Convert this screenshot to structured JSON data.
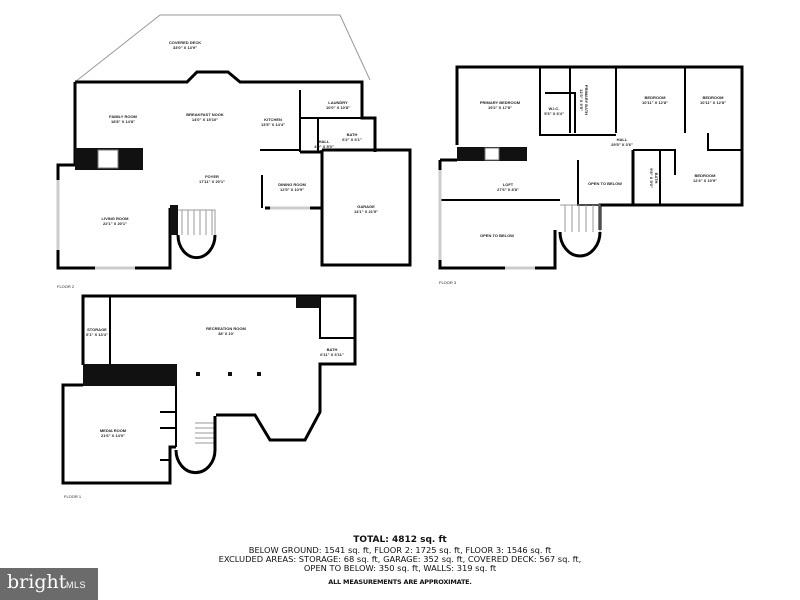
{
  "floor2": {
    "label": "FLOOR 2",
    "rooms": {
      "covered_deck": [
        "COVERED DECK",
        "33'0\" X 13'9\""
      ],
      "family_room": [
        "FAMILY ROOM",
        "18'8\" X 14'8\""
      ],
      "breakfast_nook": [
        "BREAKFAST NOOK",
        "14'0\" X 15'10\""
      ],
      "kitchen": [
        "KITCHEN",
        "13'5\" X 14'4\""
      ],
      "laundry": [
        "LAUNDRY",
        "10'0\" X 10'8\""
      ],
      "hall": [
        "HALL",
        "4'0\" X 5'0\""
      ],
      "bath": [
        "BATH",
        "6'2\" X 6'1\""
      ],
      "foyer": [
        "FOYER",
        "17'11\" X 20'1\""
      ],
      "dining_room": [
        "DINING ROOM",
        "12'5\" X 10'9\""
      ],
      "living_room": [
        "LIVING ROOM",
        "22'1\" X 20'1\""
      ],
      "garage": [
        "GARAGE",
        "14'1\" X 21'9\""
      ]
    }
  },
  "floor3": {
    "label": "FLOOR 3",
    "rooms": {
      "primary_bedroom": [
        "PRIMARY BEDROOM",
        "19'2\" X 17'8\""
      ],
      "wic": [
        "W.I.C.",
        "5'3\" X 6'4\""
      ],
      "primary_bath": [
        "PRIMARY BATH",
        "12'3\" X 9'5\""
      ],
      "bedroom1": [
        "BEDROOM",
        "10'11\" X 12'8\""
      ],
      "bedroom2": [
        "BEDROOM",
        "10'11\" X 12'8\""
      ],
      "hall": [
        "HALL",
        "29'5\" X 3'6\""
      ],
      "loft": [
        "LOFT",
        "27'6\" X 8'8\""
      ],
      "open_below_1": [
        "OPEN TO BELOW"
      ],
      "open_below_2": [
        "OPEN TO BELOW"
      ],
      "bath": [
        "BATH",
        "9'8\" X 5'0\""
      ],
      "bedroom3": [
        "BEDROOM",
        "12'4\" X 10'9\""
      ]
    }
  },
  "floor1": {
    "label": "FLOOR 1",
    "rooms": {
      "storage": [
        "STORAGE",
        "6'1\" X 13'4\""
      ],
      "recreation_room": [
        "RECREATION ROOM",
        "38' X 10'"
      ],
      "bath": [
        "BATH",
        "6'11\" X 6'11\""
      ],
      "media_room": [
        "MEDIA ROOM",
        "21'6\" X 14'0\""
      ]
    }
  },
  "summary": {
    "total": "TOTAL: 4812 sq. ft",
    "line1": "BELOW GROUND: 1541 sq. ft, FLOOR 2: 1725 sq. ft, FLOOR 3: 1546 sq. ft",
    "line2": "EXCLUDED AREAS: STORAGE: 68 sq. ft, GARAGE: 352 sq. ft, COVERED DECK: 567 sq. ft,",
    "line3": "OPEN TO BELOW: 350 sq. ft, WALLS: 319 sq. ft",
    "note": "ALL MEASUREMENTS ARE APPROXIMATE."
  },
  "logo": {
    "brand": "bright",
    "suffix": "MLS"
  }
}
